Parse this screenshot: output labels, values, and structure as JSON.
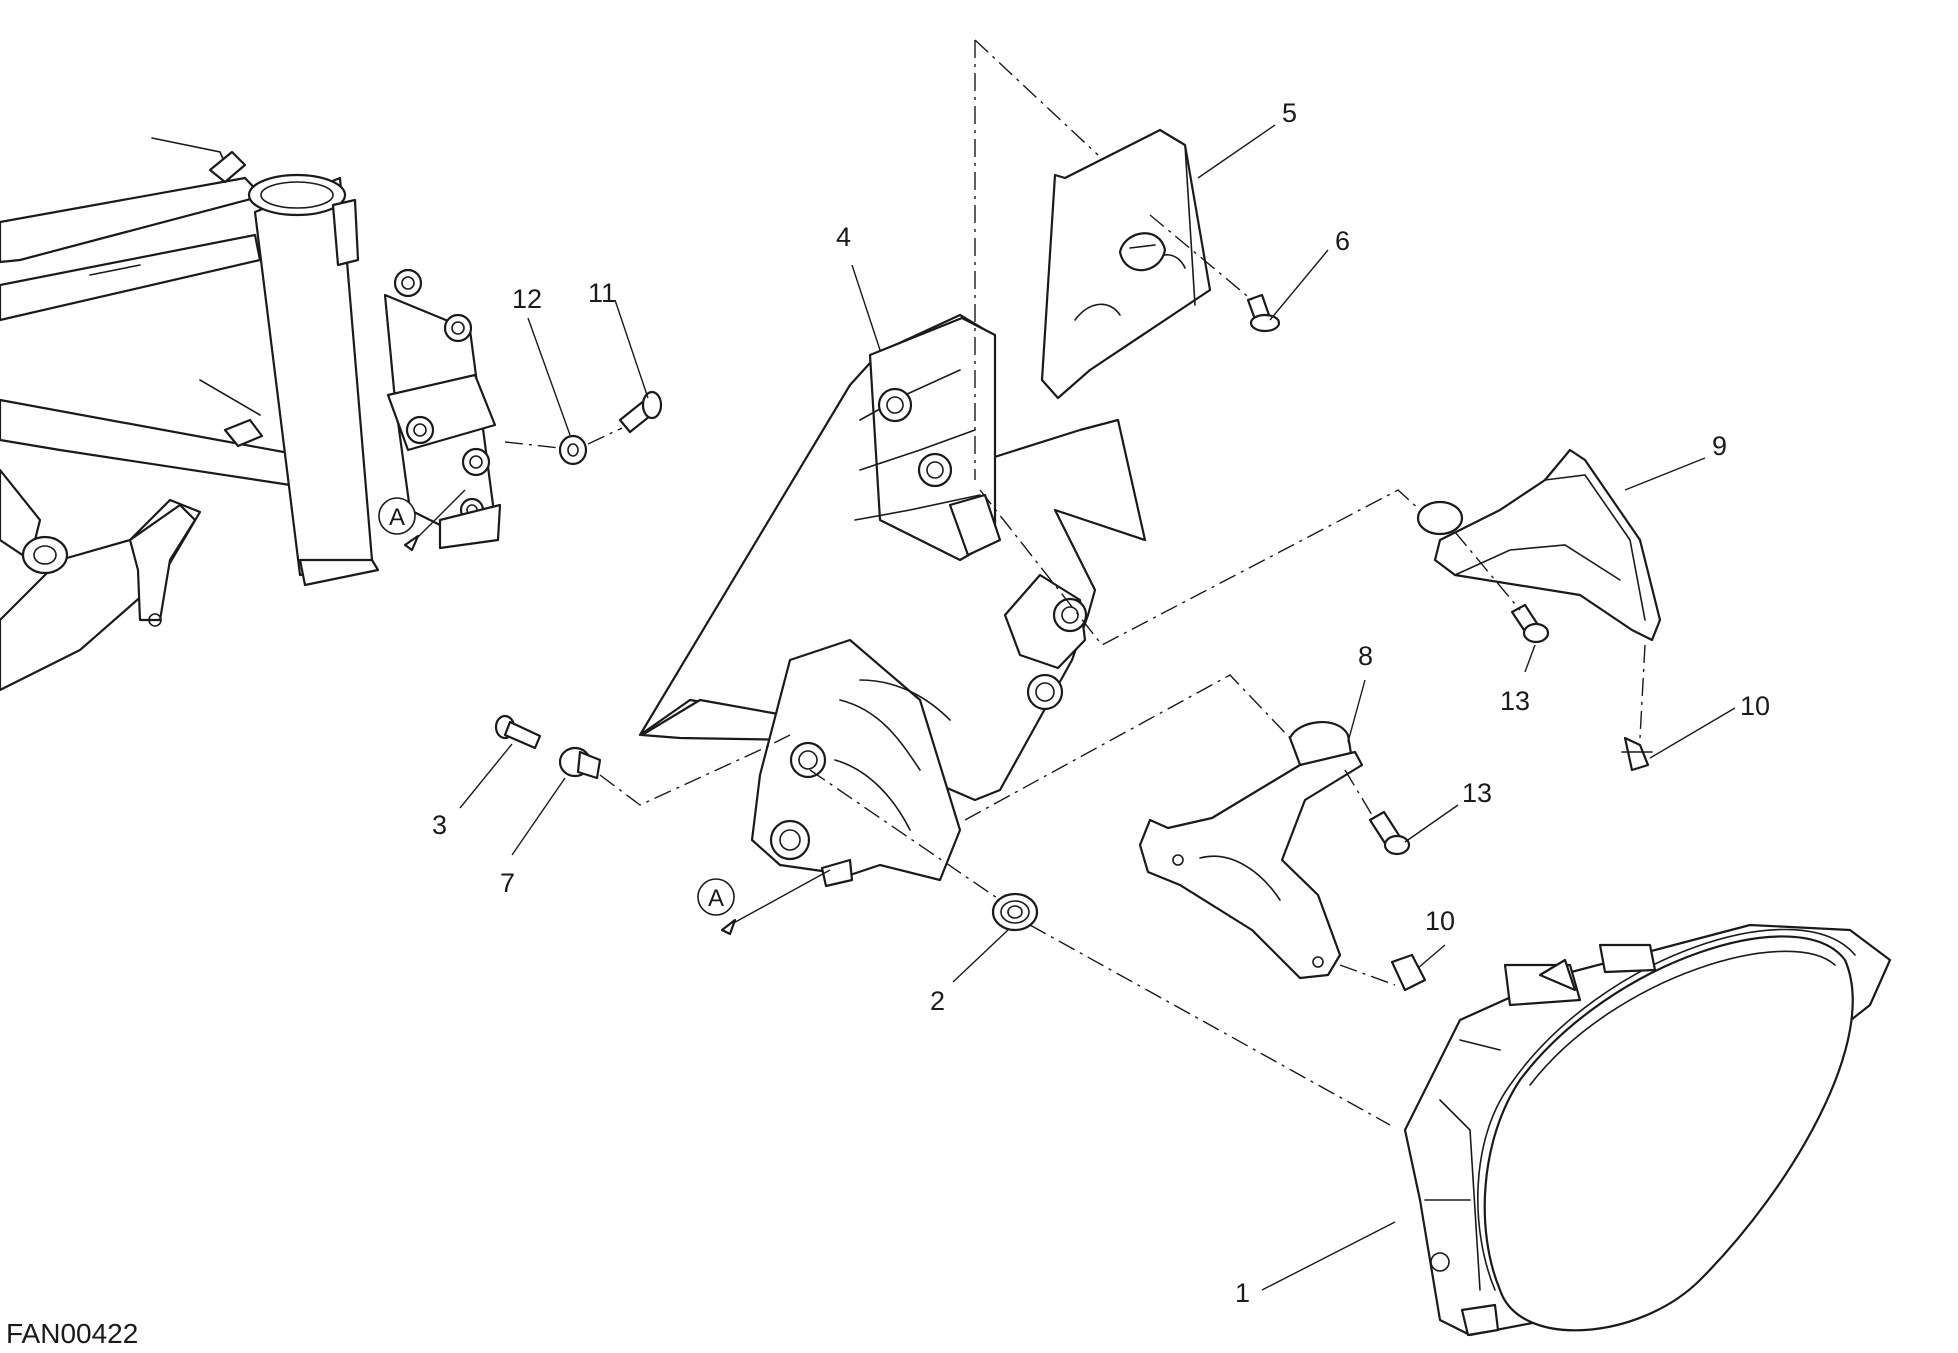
{
  "drawing_code": "FAN00422",
  "reference_marker": "A",
  "callouts": [
    {
      "id": "1",
      "label": "1"
    },
    {
      "id": "2",
      "label": "2"
    },
    {
      "id": "3",
      "label": "3"
    },
    {
      "id": "4",
      "label": "4"
    },
    {
      "id": "5",
      "label": "5"
    },
    {
      "id": "6",
      "label": "6"
    },
    {
      "id": "7",
      "label": "7"
    },
    {
      "id": "8",
      "label": "8"
    },
    {
      "id": "9",
      "label": "9"
    },
    {
      "id": "10a",
      "label": "10"
    },
    {
      "id": "10b",
      "label": "10"
    },
    {
      "id": "11",
      "label": "11"
    },
    {
      "id": "12",
      "label": "12"
    },
    {
      "id": "13a",
      "label": "13"
    },
    {
      "id": "13b",
      "label": "13"
    }
  ]
}
